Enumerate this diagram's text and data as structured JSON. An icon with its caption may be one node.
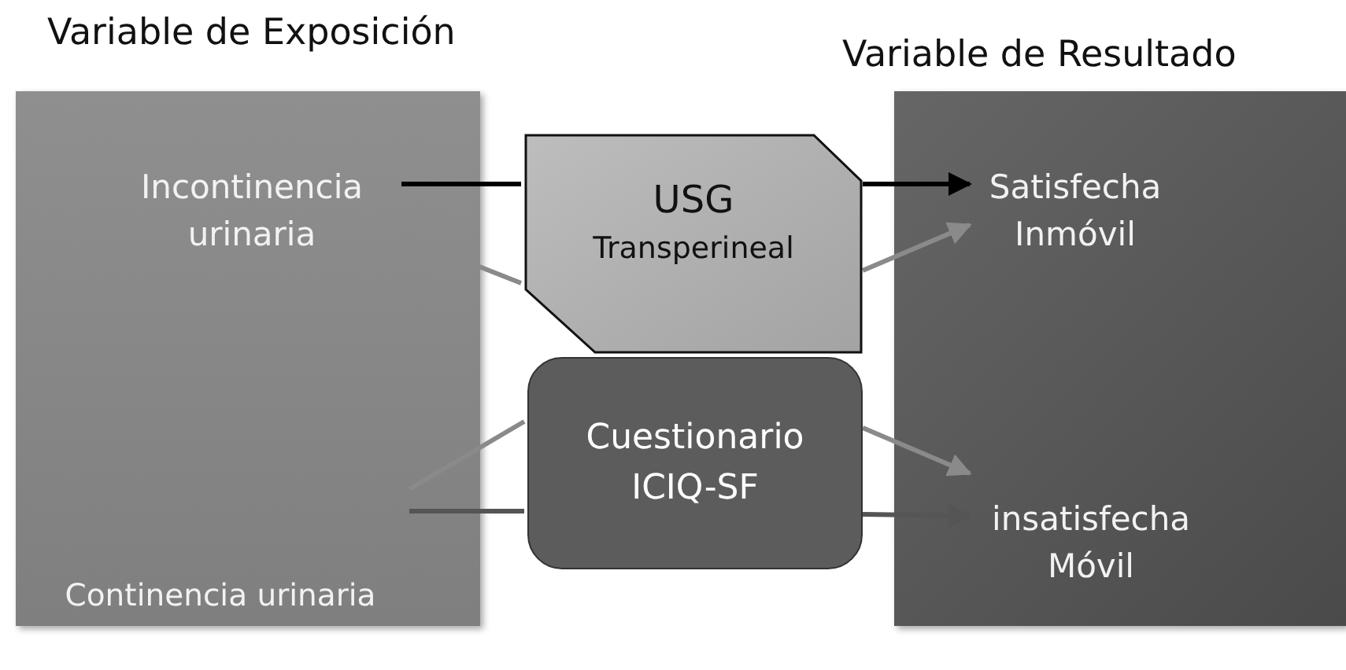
{
  "diagram": {
    "nodes": [
      {
        "text": [
          "Variable de Exposición"
        ]
      },
      {
        "text": [
          "Incontinencia urinaria"
        ],
        "in": 0
      },
      {
        "text": [
          "Continencia urinaria"
        ],
        "in": 0
      },
      {
        "text": [
          "Variable de Resultado"
        ]
      },
      {
        "text": [
          "Satisfecha Inmóvil"
        ],
        "in": 3
      },
      {
        "text": [
          "insatisfecha Móvil"
        ],
        "in": 3
      },
      {
        "text": [
          "USG",
          "Transperineal"
        ]
      },
      {
        "text": [
          "Cuestionario ICIQ-SF"
        ]
      }
    ],
    "edges": [
      {
        "from": 1,
        "to": 6,
        "arrow": "none",
        "color": "#000000"
      },
      {
        "from": 6,
        "to": 4,
        "arrow": "to",
        "color": "#000000"
      },
      {
        "from": 1,
        "to": 6,
        "arrow": "none"
      },
      {
        "from": 6,
        "to": 4,
        "arrow": "to"
      },
      {
        "from": 2,
        "to": 7,
        "arrow": "none"
      },
      {
        "from": 7,
        "to": 5,
        "arrow": "to"
      },
      {
        "from": 2,
        "to": 7,
        "arrow": "none",
        "color": "#555555"
      },
      {
        "from": 7,
        "to": 5,
        "arrow": "to",
        "color": "#555555"
      }
    ]
  }
}
